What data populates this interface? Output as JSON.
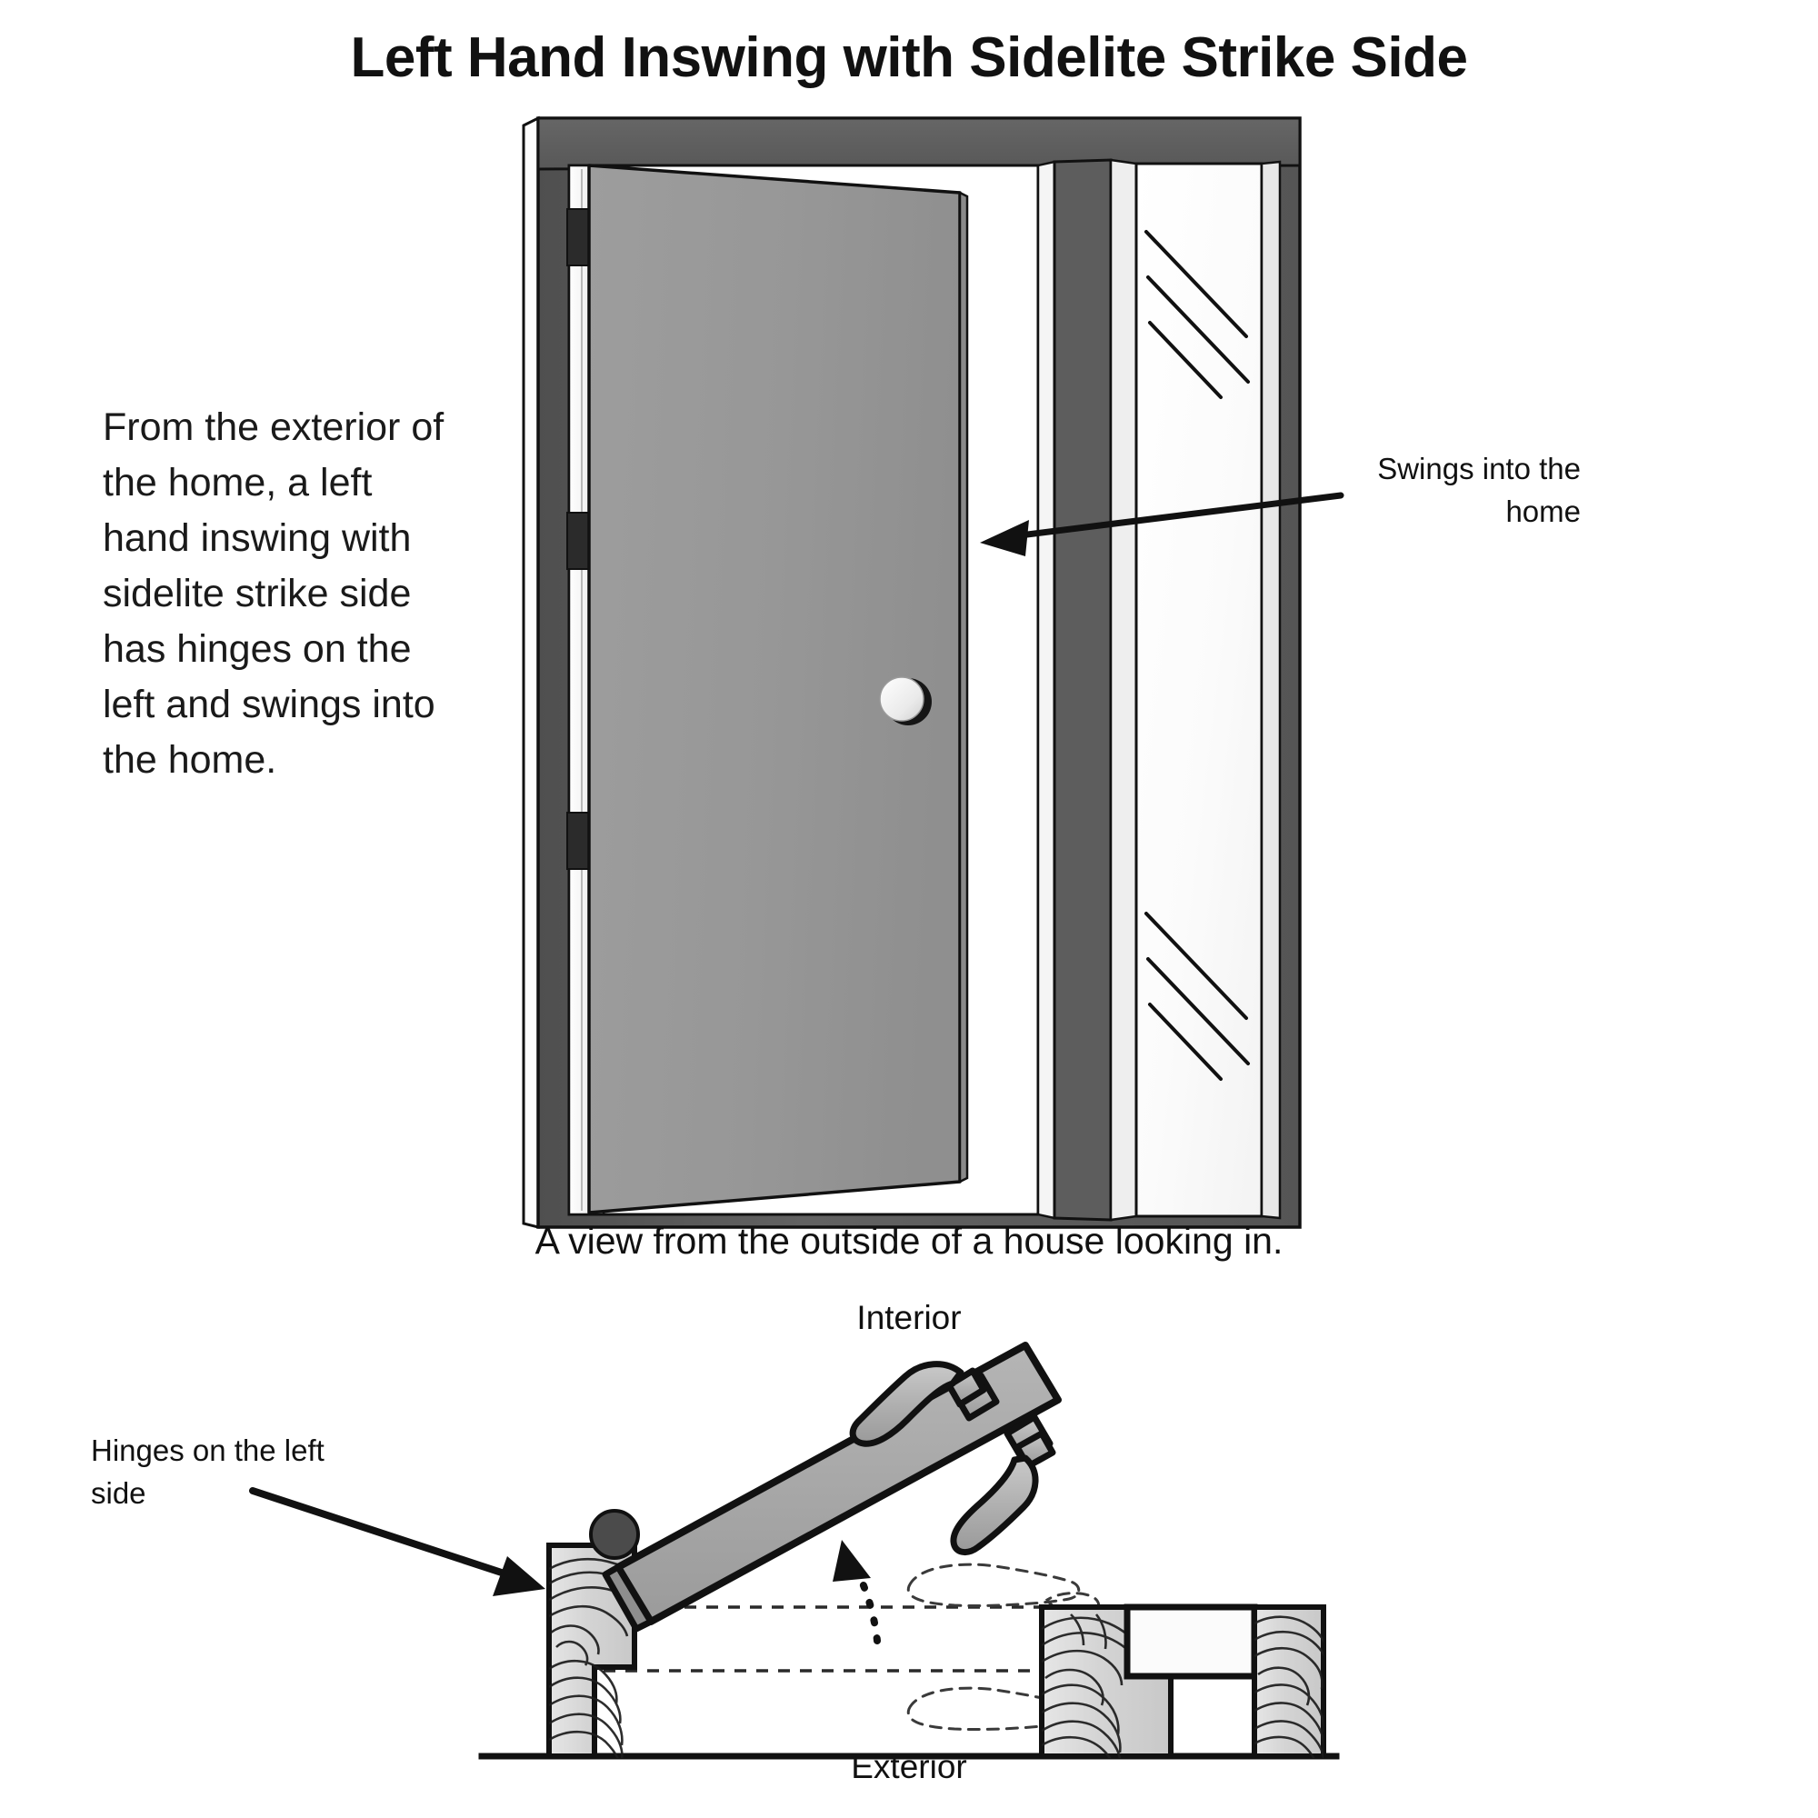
{
  "page": {
    "title": "Left Hand Inswing with Sidelite Strike Side",
    "background_color": "#ffffff",
    "text_color": "#111111"
  },
  "description": {
    "text": "From the exterior of the home, a left hand inswing with sidelite strike side has hinges on the left and swings into the home."
  },
  "elevation": {
    "callout_swings": "Swings into the home",
    "caption": "A view from the outside of a house looking in.",
    "colors": {
      "frame": "#5f5f5f",
      "frame_dark": "#4a4a4a",
      "door_panel": "#9a9a9a",
      "jamb_white": "#f4f4f4",
      "hinge": "#2b2b2b",
      "glass": "#fbfbfb",
      "outline": "#111111"
    },
    "parts": {
      "door_slab": "door-slab",
      "sidelite": "sidelite-glass",
      "hinge_count": 3,
      "knob": "door-knob"
    }
  },
  "plan": {
    "label_interior": "Interior",
    "label_exterior": "Exterior",
    "callout_hinges": "Hinges on the left side",
    "colors": {
      "door_slab": "#a8a8a8",
      "wood": "#d8d8d8",
      "wood_grain": "#1a1a1a",
      "pivot": "#4f4f4f",
      "outline": "#111111",
      "dashed": "#333333"
    },
    "parts": {
      "pivot_hinge": "hinge-pivot",
      "swing_arc": "swing-arc",
      "lever_handle_interior": "lever-handle-interior",
      "lever_handle_exterior": "lever-handle-exterior",
      "jamb_left": "wood-jamb-left",
      "jamb_sidelite_left": "wood-jamb-sidelite-left",
      "jamb_sidelite_right": "wood-jamb-sidelite-right",
      "sidelite_glass": "sidelite-glass-plan"
    }
  }
}
